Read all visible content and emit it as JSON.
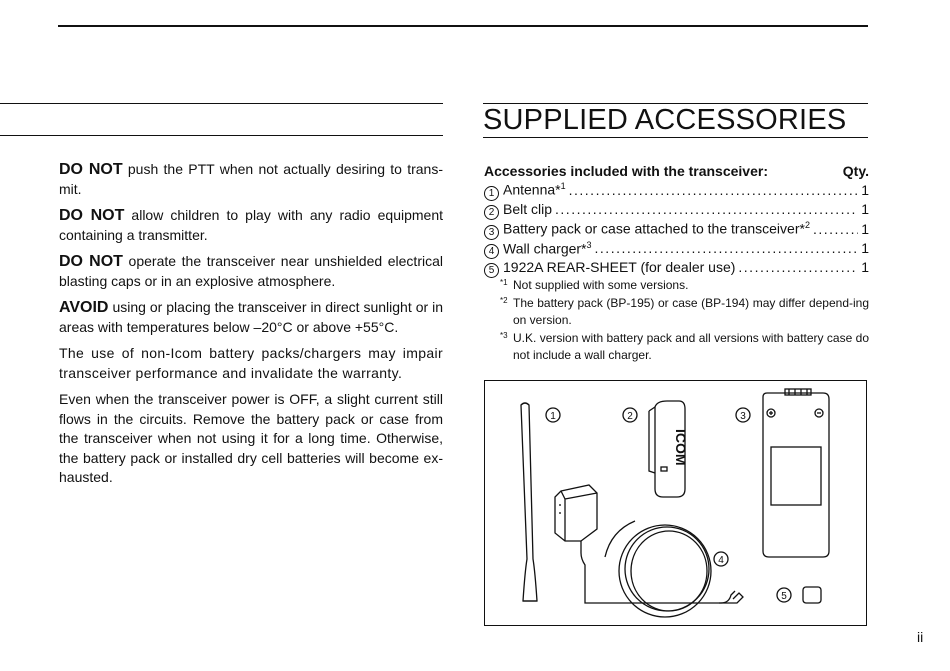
{
  "left": {
    "paragraphs": [
      {
        "keyword": "DO NOT",
        "text": " push the PTT when not actually desiring to trans-mit."
      },
      {
        "keyword": "DO NOT",
        "text": " allow children to play with any radio equipment containing a transmitter."
      },
      {
        "keyword": "DO NOT",
        "text": " operate the transceiver near unshielded electrical blasting caps or in an explosive atmosphere."
      },
      {
        "keyword": "AVOID",
        "text": " using or placing the transceiver in direct sunlight or in areas with temperatures below –20°C or above +55°C."
      },
      {
        "keyword": "",
        "text": "The use of non-Icom battery packs/chargers may impair transceiver performance and invalidate the warranty."
      },
      {
        "keyword": "",
        "text": "Even when the transceiver power is OFF, a slight current still flows in the circuits. Remove the battery pack or case from the transceiver when not using it for a long time. Otherwise, the battery pack or installed dry cell batteries will become ex-hausted."
      }
    ]
  },
  "right": {
    "title": "SUPPLIED ACCESSORIES",
    "header_label": "Accessories included with the transceiver:",
    "header_qty": "Qty.",
    "items": [
      {
        "num": "1",
        "label": "Antenna*",
        "sup": "1",
        "qty": "1"
      },
      {
        "num": "2",
        "label": "Belt clip",
        "sup": "",
        "qty": "1"
      },
      {
        "num": "3",
        "label": "Battery pack or case attached to the transceiver*",
        "sup": "2",
        "qty": "1"
      },
      {
        "num": "4",
        "label": "Wall charger*",
        "sup": "3",
        "qty": "1"
      },
      {
        "num": "5",
        "label": "1922A REAR-SHEET (for dealer use)",
        "sup": "",
        "qty": "1"
      }
    ],
    "notes": [
      {
        "mark": "*1",
        "text": "Not supplied with some versions."
      },
      {
        "mark": "*2",
        "text": "The battery pack (BP-195) or case (BP-194) may differ depend-ing on version."
      },
      {
        "mark": "*3",
        "text": "U.K. version with battery pack and all versions with battery case do not include a wall charger."
      }
    ],
    "figure": {
      "callouts": [
        "1",
        "2",
        "3",
        "4",
        "5"
      ],
      "clip_text": "ICOM"
    }
  },
  "page_number": "ii"
}
